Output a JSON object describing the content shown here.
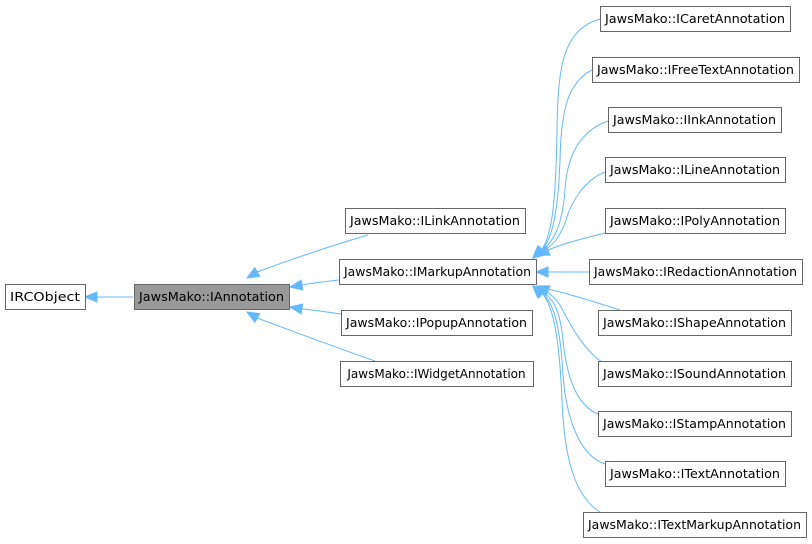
{
  "diagram": {
    "type": "class-inheritance-graph",
    "current_class": "JawsMako::IAnnotation",
    "nodes": [
      {
        "id": "ircobject",
        "label": "IRCObject",
        "interactable": true
      },
      {
        "id": "iannotation",
        "label": "JawsMako::IAnnotation",
        "interactable": false,
        "current": true
      },
      {
        "id": "ilinkannotation",
        "label": "JawsMako::ILinkAnnotation",
        "interactable": true
      },
      {
        "id": "imarkupannotation",
        "label": "JawsMako::IMarkupAnnotation",
        "interactable": true
      },
      {
        "id": "ipopupannotation",
        "label": "JawsMako::IPopupAnnotation",
        "interactable": true
      },
      {
        "id": "iwidgetannotation",
        "label": "JawsMako::IWidgetAnnotation",
        "interactable": true
      },
      {
        "id": "icaretannotation",
        "label": "JawsMako::ICaretAnnotation",
        "interactable": true
      },
      {
        "id": "ifreetextannotation",
        "label": "JawsMako::IFreeTextAnnotation",
        "interactable": true
      },
      {
        "id": "iinkannotation",
        "label": "JawsMako::IInkAnnotation",
        "interactable": true
      },
      {
        "id": "ilineannotation",
        "label": "JawsMako::ILineAnnotation",
        "interactable": true
      },
      {
        "id": "ipolyannotation",
        "label": "JawsMako::IPolyAnnotation",
        "interactable": true
      },
      {
        "id": "iredactionannotation",
        "label": "JawsMako::IRedactionAnnotation",
        "interactable": true
      },
      {
        "id": "ishapeannotation",
        "label": "JawsMako::IShapeAnnotation",
        "interactable": true
      },
      {
        "id": "isoundannotation",
        "label": "JawsMako::ISoundAnnotation",
        "interactable": true
      },
      {
        "id": "istampannotation",
        "label": "JawsMako::IStampAnnotation",
        "interactable": true
      },
      {
        "id": "itextannotation",
        "label": "JawsMako::ITextAnnotation",
        "interactable": true
      },
      {
        "id": "itextmarkupannotation",
        "label": "JawsMako::ITextMarkupAnnotation",
        "interactable": true
      }
    ],
    "edges": [
      {
        "from": "iannotation",
        "to": "ircobject"
      },
      {
        "from": "ilinkannotation",
        "to": "iannotation"
      },
      {
        "from": "imarkupannotation",
        "to": "iannotation"
      },
      {
        "from": "ipopupannotation",
        "to": "iannotation"
      },
      {
        "from": "iwidgetannotation",
        "to": "iannotation"
      },
      {
        "from": "icaretannotation",
        "to": "imarkupannotation"
      },
      {
        "from": "ifreetextannotation",
        "to": "imarkupannotation"
      },
      {
        "from": "iinkannotation",
        "to": "imarkupannotation"
      },
      {
        "from": "ilineannotation",
        "to": "imarkupannotation"
      },
      {
        "from": "ipolyannotation",
        "to": "imarkupannotation"
      },
      {
        "from": "iredactionannotation",
        "to": "imarkupannotation"
      },
      {
        "from": "ishapeannotation",
        "to": "imarkupannotation"
      },
      {
        "from": "isoundannotation",
        "to": "imarkupannotation"
      },
      {
        "from": "istampannotation",
        "to": "imarkupannotation"
      },
      {
        "from": "itextannotation",
        "to": "imarkupannotation"
      },
      {
        "from": "itextmarkupannotation",
        "to": "imarkupannotation"
      }
    ],
    "colors": {
      "edge": "#63b8ff",
      "node_border": "#666666",
      "current_fill": "#999999",
      "node_fill": "#ffffff"
    }
  }
}
